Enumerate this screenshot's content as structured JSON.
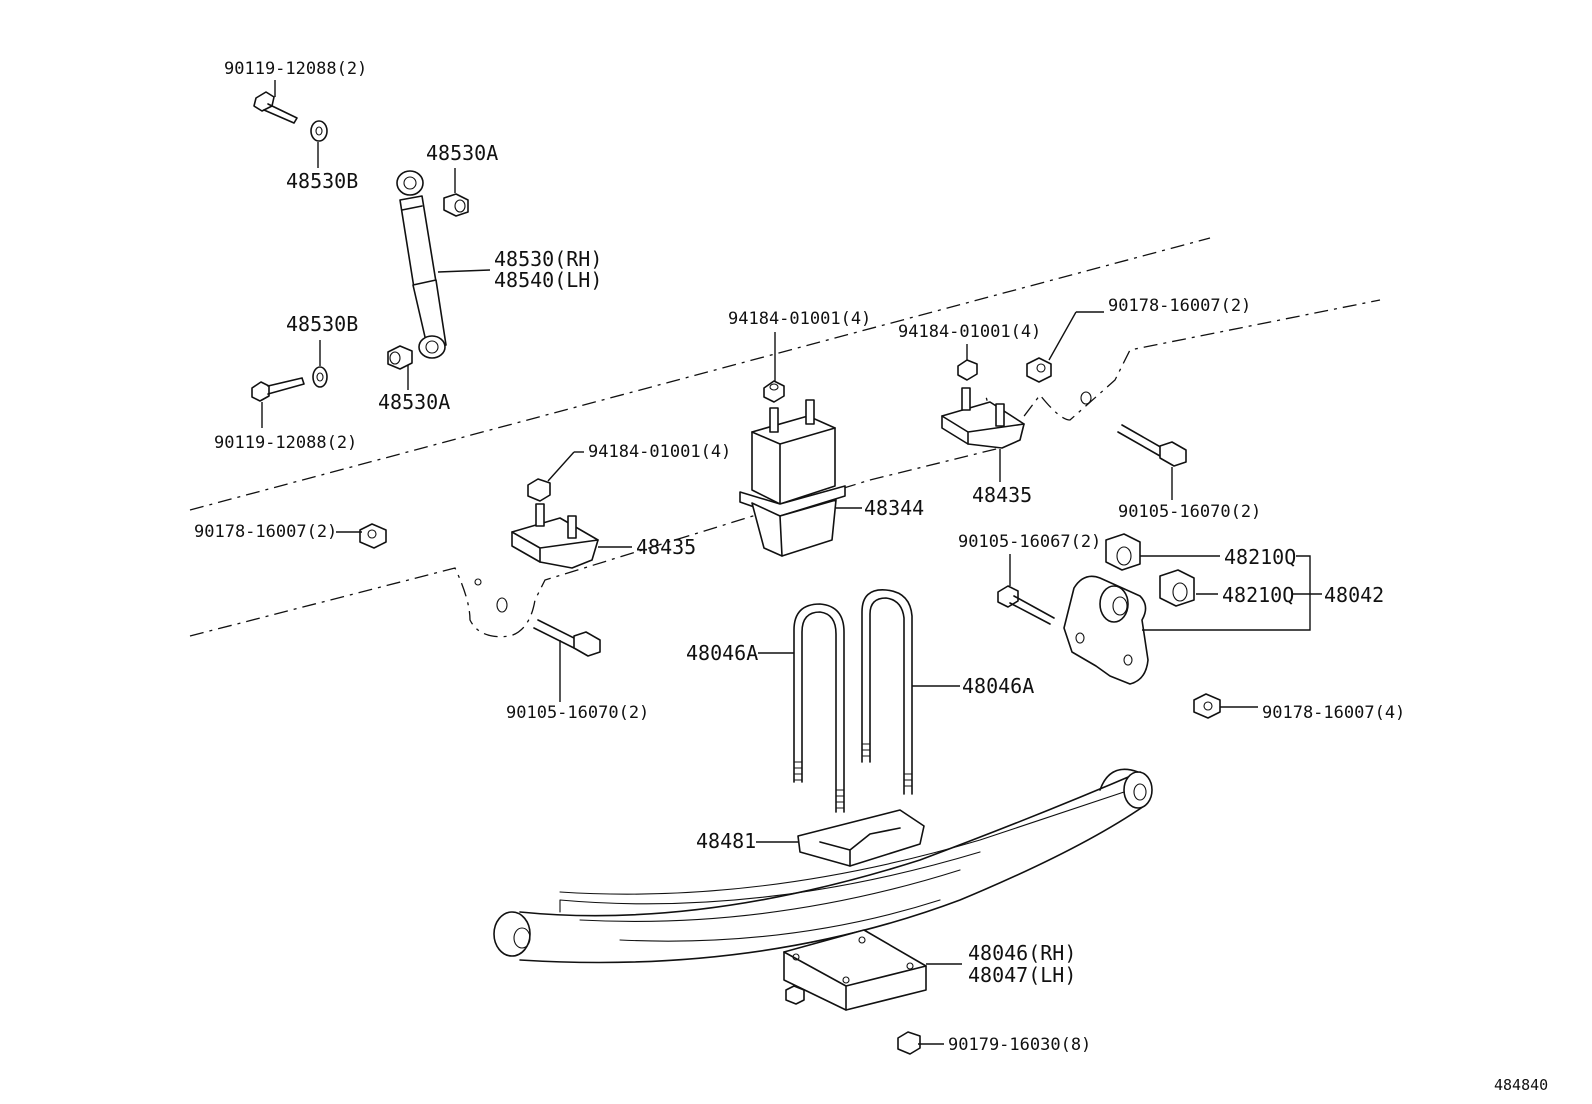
{
  "diagram": {
    "reference_number": "484840",
    "parts": {
      "bolt_top": "90119-12088(2)",
      "washer_top": "48530B",
      "bushing_top": "48530A",
      "shock_rh": "48530(RH)",
      "shock_lh": "48540(LH)",
      "washer_bottom": "48530B",
      "bushing_bottom": "48530A",
      "bolt_bottom": "90119-12088(2)",
      "nut_center": "94184-01001(4)",
      "nut_right": "94184-01001(4)",
      "nut_left": "94184-01001(4)",
      "nut_right_top": "90178-16007(2)",
      "nut_left_side": "90178-16007(2)",
      "bumper": "48344",
      "bracket_left": "48435",
      "bracket_right": "48435",
      "bolt_right": "90105-16070(2)",
      "bolt_left": "90105-16070(2)",
      "bolt_shackle": "90105-16067(2)",
      "bushing_q1": "48210Q",
      "bushing_q2": "48210Q",
      "shackle": "48042",
      "ubolt_left": "48046A",
      "ubolt_right": "48046A",
      "nut_shackle": "90178-16007(4)",
      "spacer": "48481",
      "seat_rh": "48046(RH)",
      "seat_lh": "48047(LH)",
      "nut_seat": "90179-16030(8)"
    }
  }
}
